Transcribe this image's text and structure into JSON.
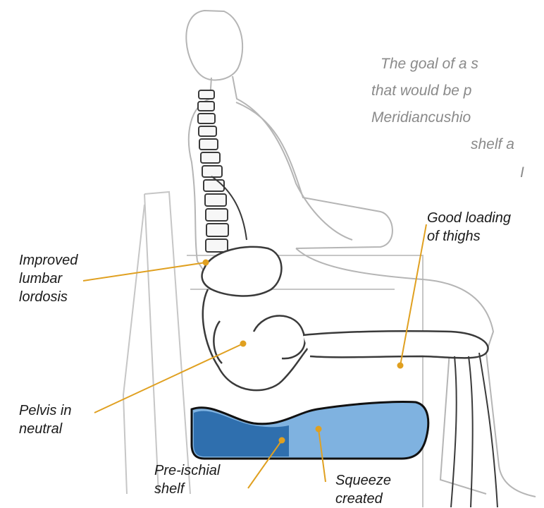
{
  "quote": {
    "lines": [
      "The goal of a s",
      "that would be p",
      "Meridiancushio",
      "shelf a",
      "I"
    ]
  },
  "labels": {
    "lumbar": [
      "Improved",
      "lumbar",
      "lordosis"
    ],
    "thighs": [
      "Good loading",
      "of thighs"
    ],
    "pelvis": [
      "Pelvis in",
      "neutral"
    ],
    "shelf": [
      "Pre-ischial",
      "shelf"
    ],
    "squeeze": [
      "Squeeze",
      "created"
    ]
  },
  "colors": {
    "leader": "#e0a020",
    "outline": "#b8b8b8",
    "bone": "#3a3a3a",
    "cushion_dark": "#2f6fae",
    "cushion_light": "#7fb2e0",
    "cushion_border": "#111111"
  }
}
